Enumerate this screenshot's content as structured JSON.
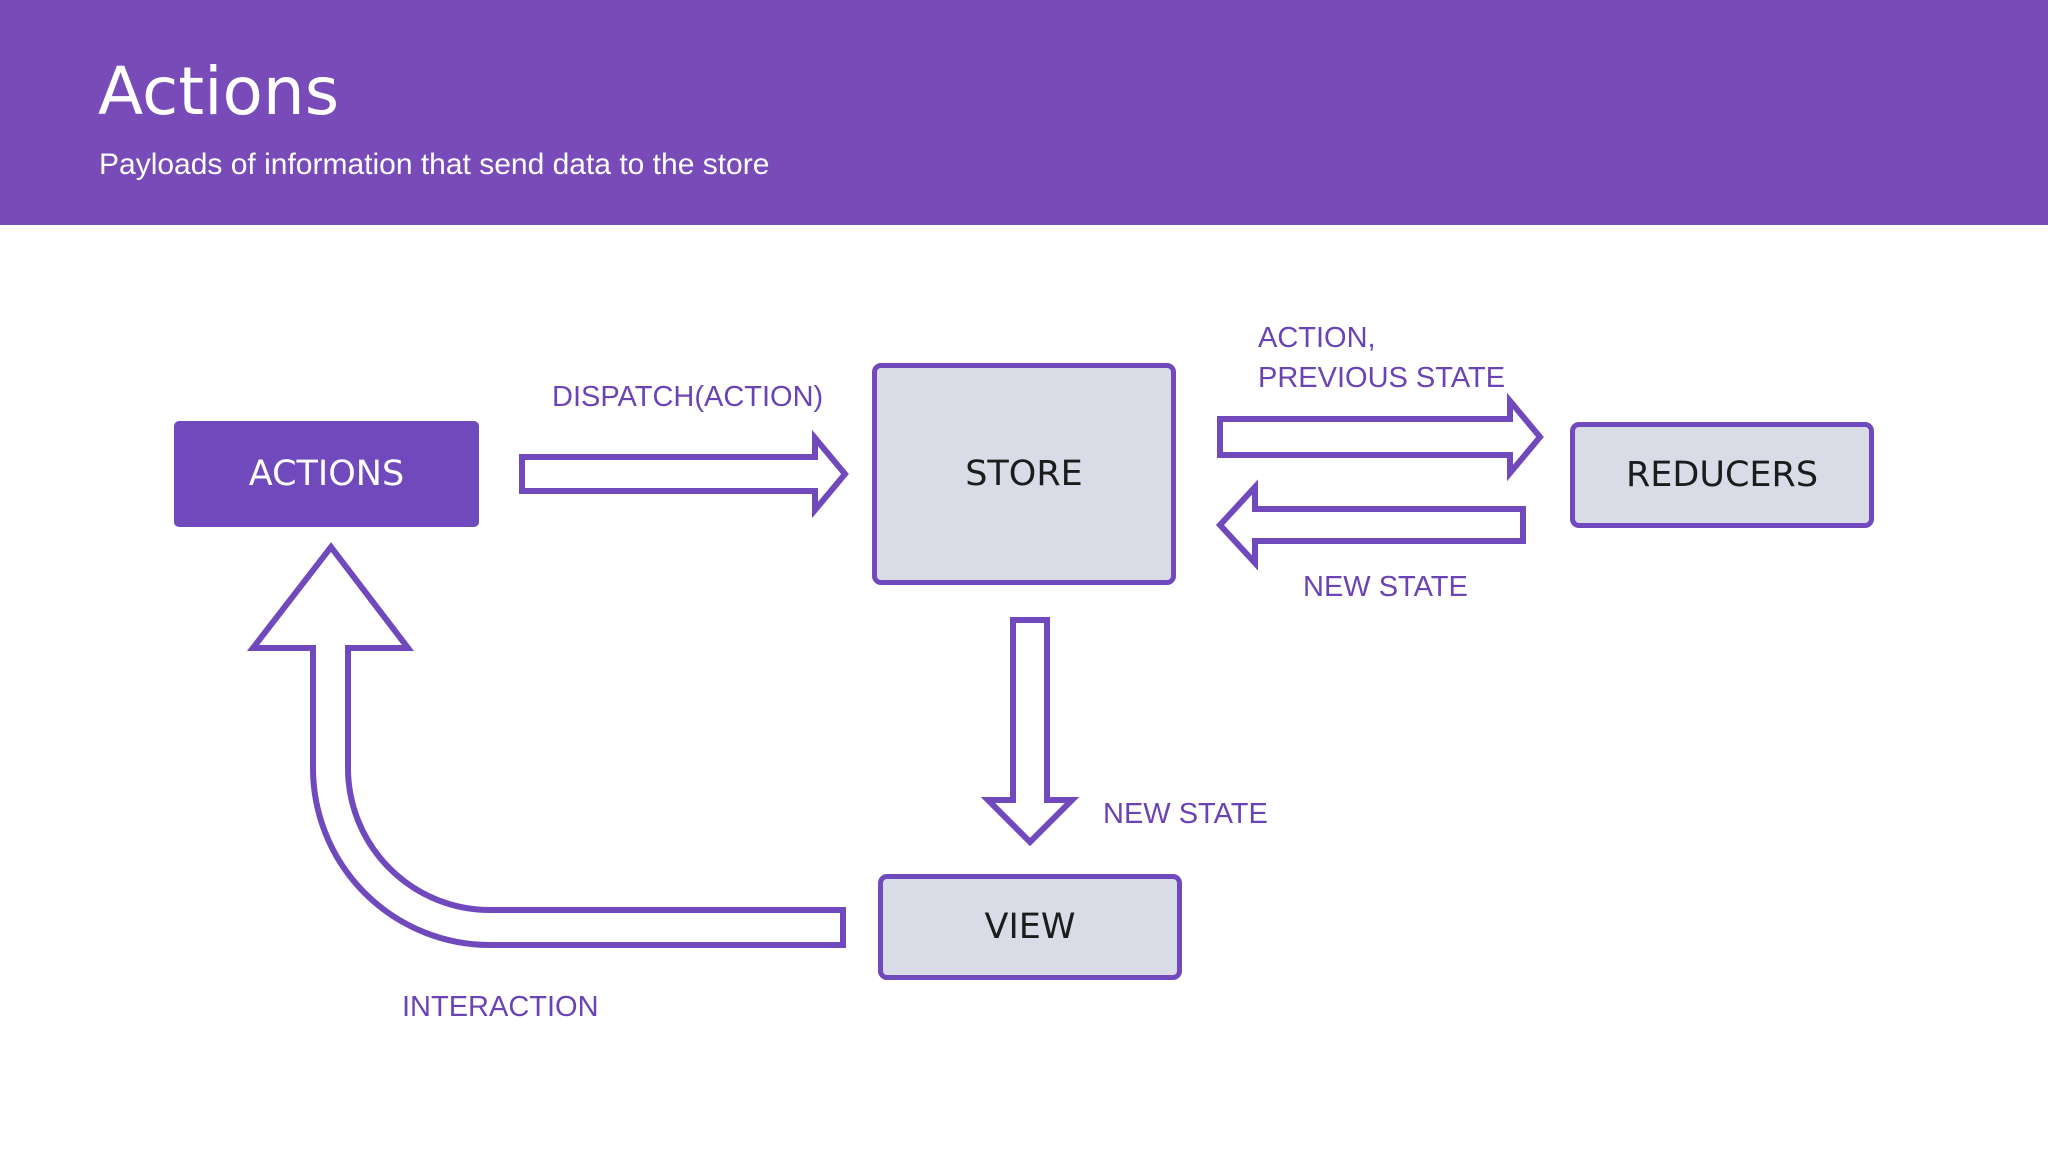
{
  "header": {
    "title": "Actions",
    "subtitle": "Payloads of information that send data to the store"
  },
  "nodes": {
    "actions": "ACTIONS",
    "store": "STORE",
    "reducers": "REDUCERS",
    "view": "VIEW"
  },
  "edges": {
    "dispatch": "DISPATCH(ACTION)",
    "action_prev_line1": "ACTION,",
    "action_prev_line2": "PREVIOUS STATE",
    "new_state_back": "NEW STATE",
    "new_state_down": "NEW STATE",
    "interaction": "INTERACTION"
  },
  "colors": {
    "header_bg": "#784bb9",
    "accent": "#7049bd",
    "box_fill": "#d9dbe7",
    "label": "#6a44b5"
  }
}
